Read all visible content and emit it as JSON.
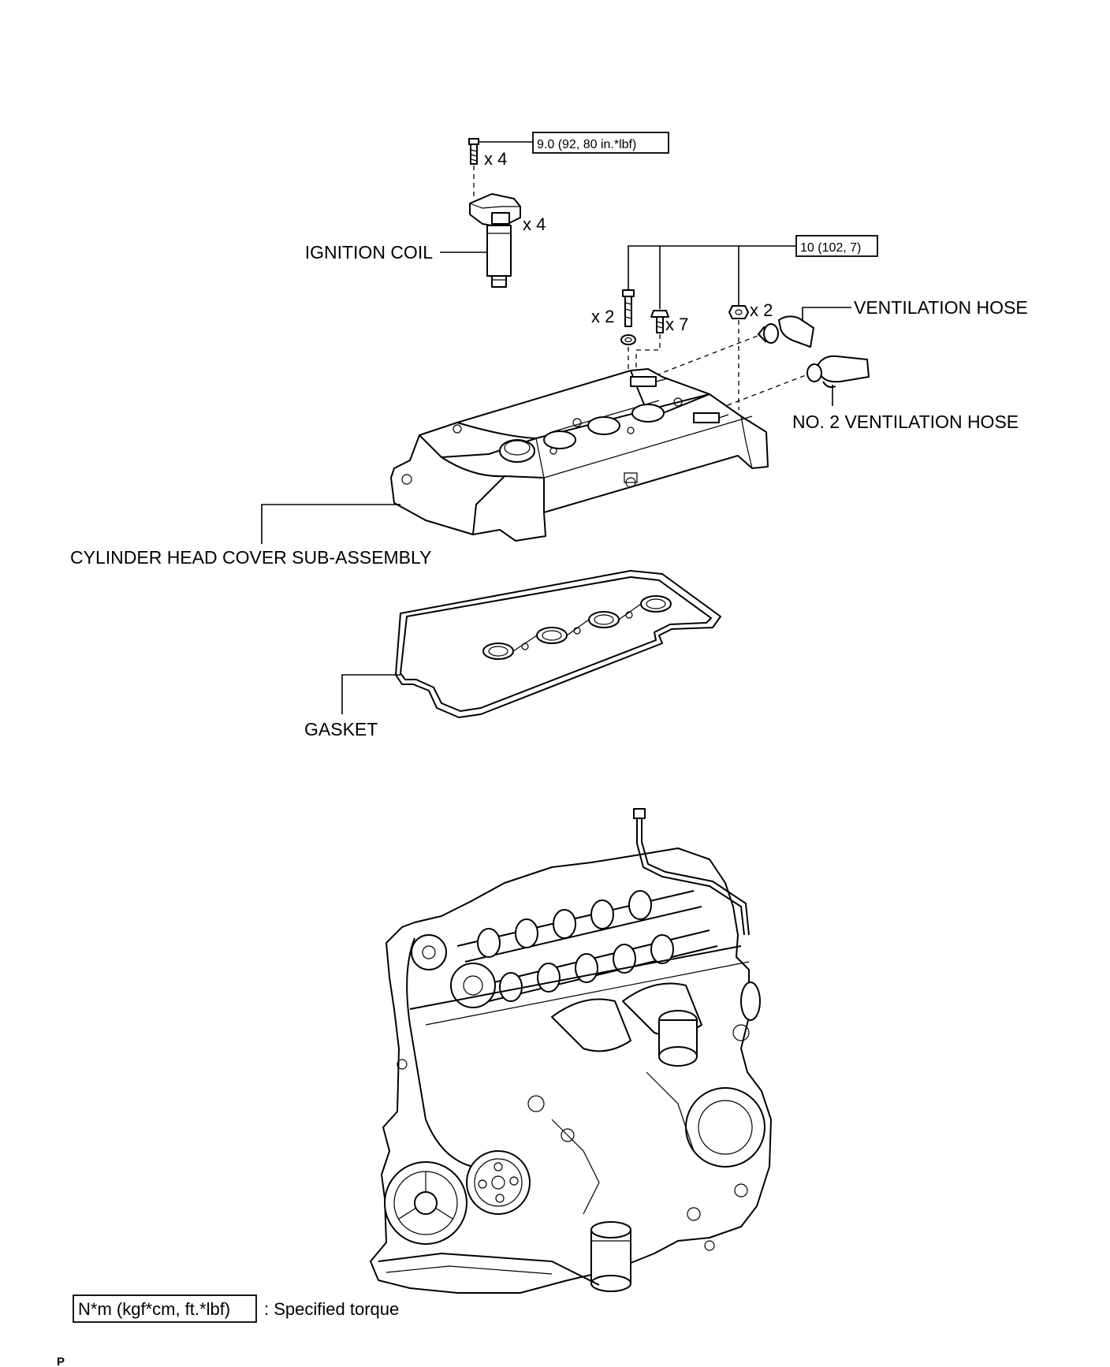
{
  "labels": {
    "ignition_coil": "IGNITION COIL",
    "ventilation_hose": "VENTILATION HOSE",
    "no2_ventilation_hose": "NO. 2 VENTILATION HOSE",
    "cylinder_head_cover": "CYLINDER HEAD COVER SUB-ASSEMBLY",
    "gasket": "GASKET"
  },
  "torque_specs": {
    "coil_bolt": "9.0 (92, 80 in.*lbf)",
    "cover_fasteners": "10 (102, 7)"
  },
  "quantities": {
    "coil_bolt": "x 4",
    "ignition_coil": "x 4",
    "stud_bolt": "x 2",
    "bolt": "x 7",
    "nut": "x 2"
  },
  "legend": {
    "box_text": "N*m (kgf*cm, ft.*lbf)",
    "description": ": Specified torque"
  },
  "footer": {
    "code": "P"
  }
}
